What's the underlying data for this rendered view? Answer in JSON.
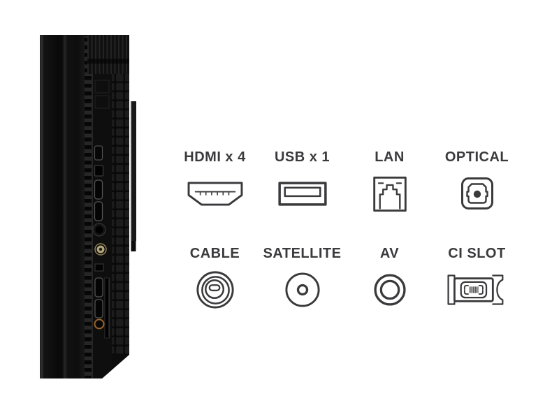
{
  "figure": {
    "background": "#ffffff",
    "tv": {
      "alt": "Black TV side profile showing rear connection ports"
    }
  },
  "ports": {
    "rows": [
      {
        "items": [
          {
            "label": "HDMI x 4",
            "icon": "hdmi-icon"
          },
          {
            "label": "USB x 1",
            "icon": "usb-icon"
          },
          {
            "label": "LAN",
            "icon": "lan-icon"
          },
          {
            "label": "OPTICAL",
            "icon": "optical-icon"
          }
        ]
      },
      {
        "items": [
          {
            "label": "CABLE",
            "icon": "cable-icon"
          },
          {
            "label": "SATELLITE",
            "icon": "satellite-icon"
          },
          {
            "label": "AV",
            "icon": "av-icon"
          },
          {
            "label": "CI SLOT",
            "icon": "ci-slot-icon"
          }
        ]
      }
    ]
  },
  "colors": {
    "label_text": "#3a3a3c",
    "icon_stroke": "#3a3a3c",
    "tv_body": "#0d0d0d",
    "coax_metal": "#b3a578",
    "av_jack_orange": "#9c6527",
    "background": "#ffffff"
  }
}
